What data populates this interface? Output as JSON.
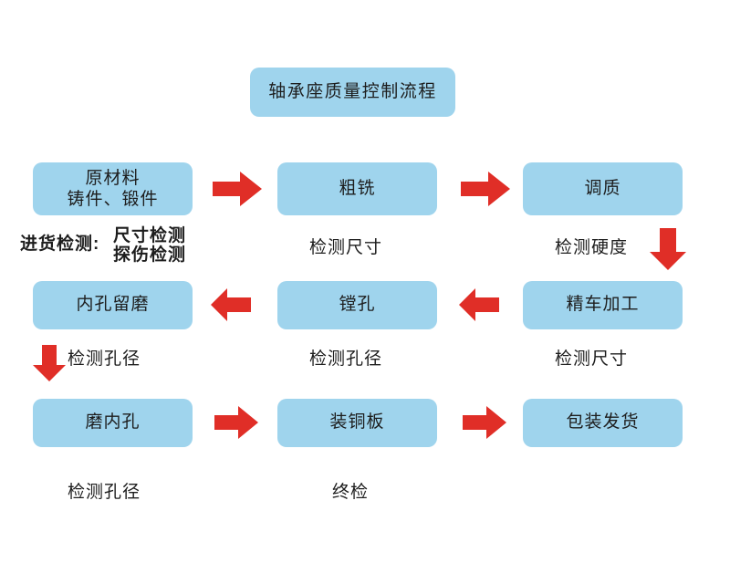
{
  "diagram": {
    "title_node": {
      "label": "轴承座质量控制流程"
    },
    "accent_color": "#9fd4ed",
    "arrow_color": "#e02e27",
    "text_color": "#1d1d1d",
    "nodes": [
      {
        "id": "raw-material",
        "label": "原材料\n铸件、锻件"
      },
      {
        "id": "rough-milling",
        "label": "粗铣"
      },
      {
        "id": "quench-temper",
        "label": "调质"
      },
      {
        "id": "inner-hole-reserve-grind",
        "label": "内孔留磨"
      },
      {
        "id": "boring",
        "label": "镗孔"
      },
      {
        "id": "fine-turning",
        "label": "精车加工"
      },
      {
        "id": "grind-inner-hole",
        "label": "磨内孔"
      },
      {
        "id": "mount-copper-plate",
        "label": "装铜板"
      },
      {
        "id": "pack-ship",
        "label": "包装发货"
      }
    ],
    "captions": [
      {
        "id": "incoming-inspection-label",
        "text": "进货检测:"
      },
      {
        "id": "incoming-inspection-items",
        "text": "尺寸检测\n探伤检测"
      },
      {
        "id": "rough-milling-check",
        "text": "检测尺寸"
      },
      {
        "id": "quench-temper-check",
        "text": "检测硬度"
      },
      {
        "id": "inner-hole-reserve-grind-check",
        "text": "检测孔径"
      },
      {
        "id": "boring-check",
        "text": "检测孔径"
      },
      {
        "id": "fine-turning-check",
        "text": "检测尺寸"
      },
      {
        "id": "grind-inner-hole-check",
        "text": "检测孔径"
      },
      {
        "id": "mount-copper-plate-check",
        "text": "终检"
      }
    ],
    "arrows": [
      {
        "id": "raw-to-rough",
        "direction": "right"
      },
      {
        "id": "rough-to-quench",
        "direction": "right"
      },
      {
        "id": "quench-to-fine-turning",
        "direction": "down"
      },
      {
        "id": "fine-turning-to-boring",
        "direction": "left"
      },
      {
        "id": "boring-to-reserve-grind",
        "direction": "left"
      },
      {
        "id": "reserve-grind-to-grind",
        "direction": "down"
      },
      {
        "id": "grind-to-copper-plate",
        "direction": "right"
      },
      {
        "id": "copper-plate-to-pack",
        "direction": "right"
      }
    ]
  }
}
